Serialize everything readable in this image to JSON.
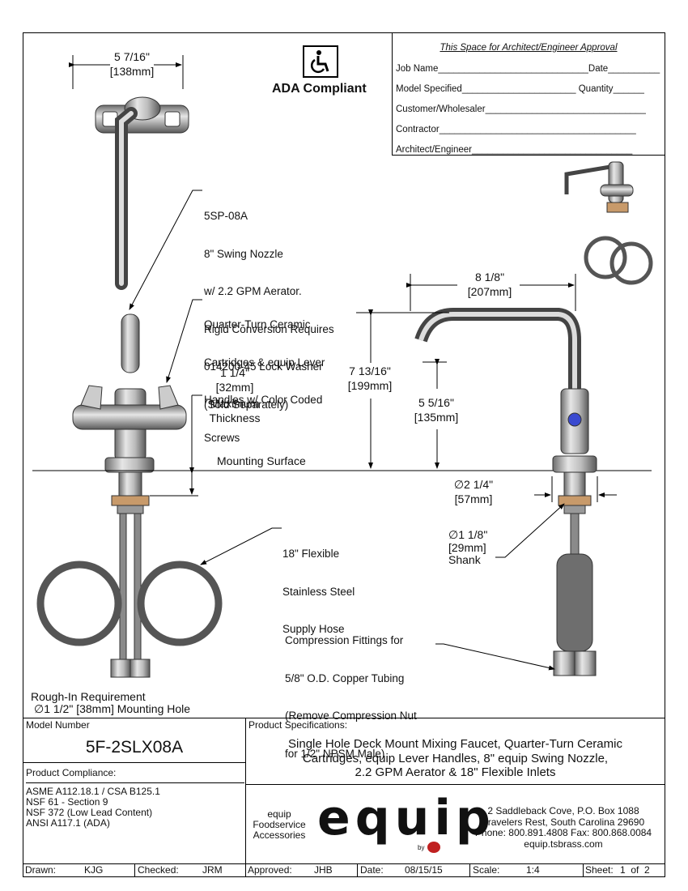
{
  "approval": {
    "heading": "This Space for Architect/Engineer Approval",
    "job_name": "Job Name",
    "date": "Date",
    "model_specified": "Model Specified",
    "quantity": "Quantity",
    "customer": "Customer/Wholesaler",
    "contractor": "Contractor",
    "architect": "Architect/Engineer"
  },
  "ada": {
    "label": "ADA Compliant",
    "icon": "wheelchair-icon"
  },
  "dims": {
    "top_width": "5 7/16\"",
    "top_width_mm": "138mm",
    "spout_reach": "8 1/8\"",
    "spout_reach_mm": "207mm",
    "height": "7 13/16\"",
    "height_mm": "199mm",
    "clearance": "5 5/16\"",
    "clearance_mm": "135mm",
    "thickness": "1 1/4\"",
    "thickness_mm": "32mm",
    "thickness_label1": "Maximum",
    "thickness_label2": "Thickness",
    "base_dia": "2 1/4\"",
    "base_dia_mm": "57mm",
    "shank_dia": "1 1/8\"",
    "shank_dia_mm": "[29mm]",
    "shank_label": "Shank",
    "dia_symbol": "∅"
  },
  "callouts": {
    "nozzle": [
      "5SP-08A",
      "8\" Swing Nozzle",
      "w/ 2.2 GPM Aerator.",
      "Rigid Conversion Requires",
      "014200-45 Lock Washer",
      "(Sold Separately)"
    ],
    "cartridge": [
      "Quarter-Turn Ceramic",
      "Cartridges & equip Lever",
      "Handles w/ Color Coded",
      "Screws"
    ],
    "mounting": "Mounting Surface",
    "hose": [
      "18\" Flexible",
      "Stainless Steel",
      "Supply Hose"
    ],
    "fittings": [
      "Compression Fittings for",
      "5/8\" O.D. Copper Tubing",
      "(Remove Compression Nut",
      "for 1/2\" NPSM Male)"
    ],
    "rough_in_title": "Rough-In Requirement",
    "rough_in_value": "1 1/2\" [38mm] Mounting Hole"
  },
  "footer": {
    "model_label": "Model Number",
    "model": "5F-2SLX08A",
    "compliance_label": "Product Compliance:",
    "compliance": [
      "ASME A112.18.1 / CSA B125.1",
      "NSF 61 - Section 9",
      "NSF 372 (Low Lead Content)",
      "ANSI A117.1 (ADA)"
    ],
    "spec_label": "Product Specifications:",
    "spec": [
      "Single Hole Deck Mount Mixing Faucet, Quarter-Turn Ceramic",
      "Cartridges, equip Lever Handles, 8\" equip Swing Nozzle,",
      "2.2 GPM Aerator & 18\" Flexible Inlets"
    ],
    "brand_tag": [
      "equip",
      "Foodservice",
      "Accessories"
    ],
    "brand_logo": "equip",
    "by": "by",
    "address": [
      "2 Saddleback Cove, P.O. Box 1088",
      "Travelers Rest, South Carolina 29690",
      "Phone: 800.891.4808  Fax: 800.868.0084",
      "equip.tsbrass.com"
    ],
    "drawn_label": "Drawn:",
    "drawn": "KJG",
    "checked_label": "Checked:",
    "checked": "JRM",
    "approved_label": "Approved:",
    "approved": "JHB",
    "date_label": "Date:",
    "date": "08/15/15",
    "scale_label": "Scale:",
    "scale": "1:4",
    "sheet_label": "Sheet:",
    "sheet": "1  of  2"
  }
}
